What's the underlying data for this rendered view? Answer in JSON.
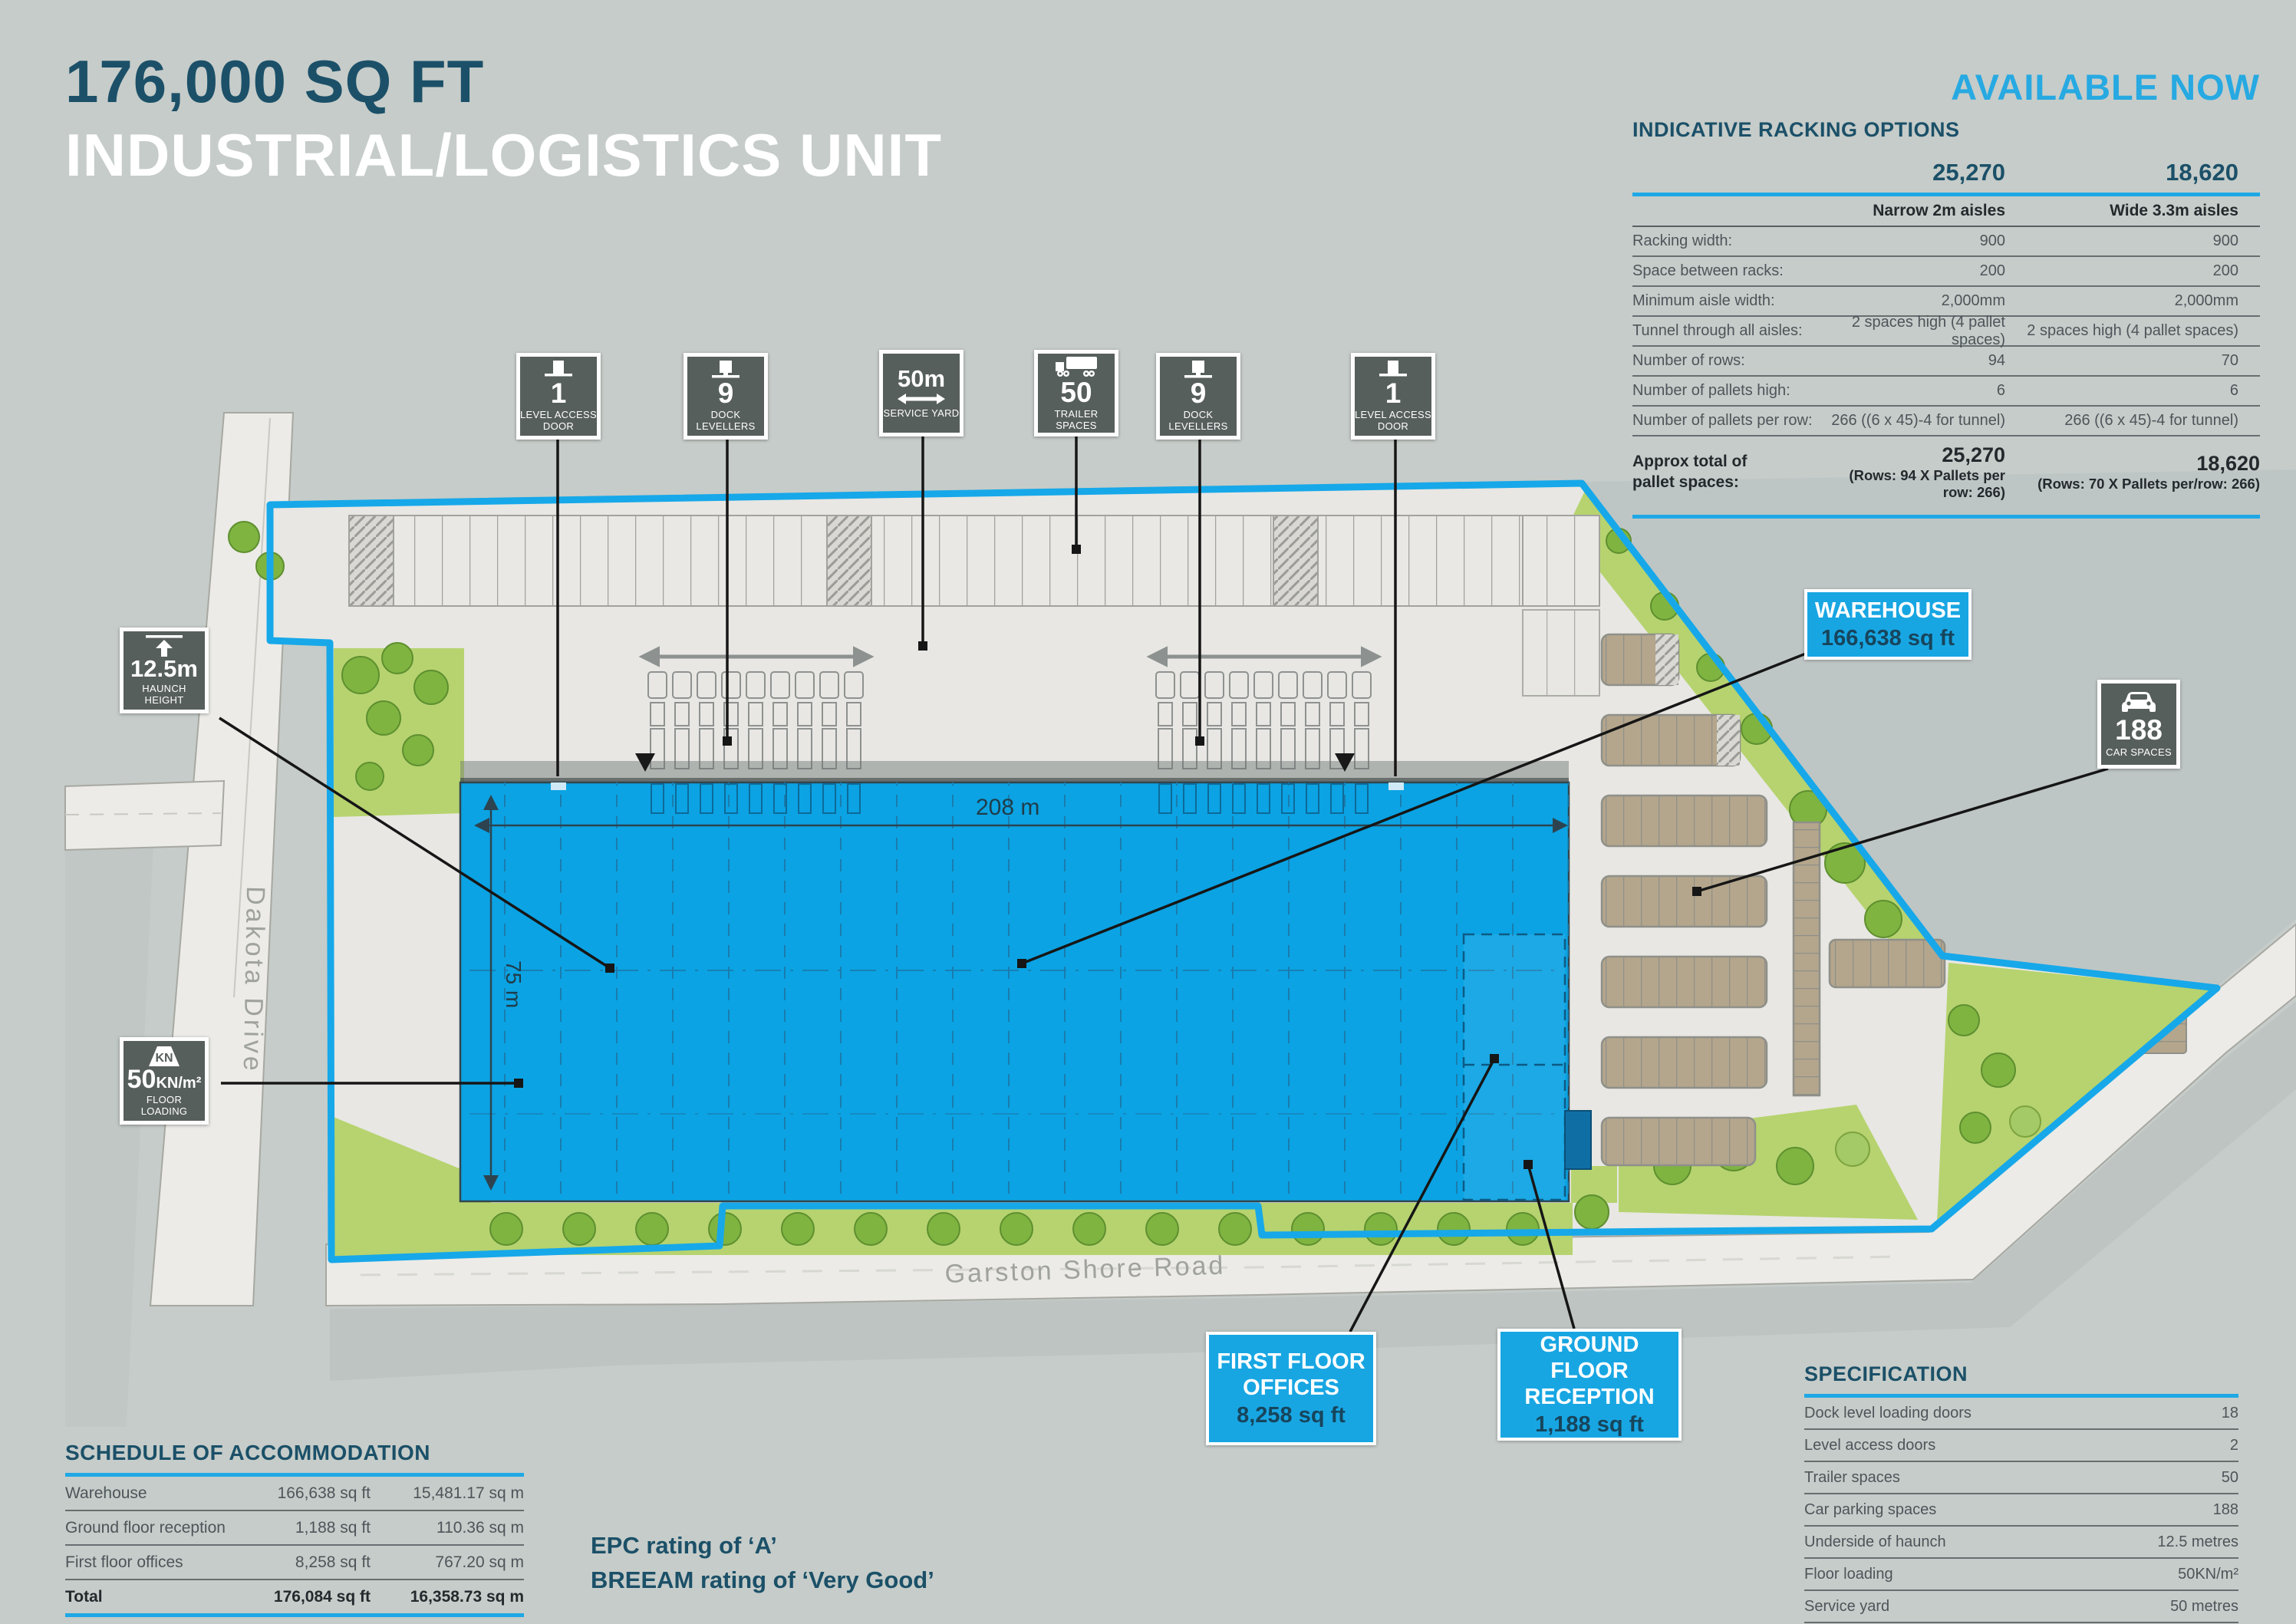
{
  "header": {
    "title_line1": "176,000 SQ FT",
    "title_line2": "INDUSTRIAL/LOGISTICS UNIT",
    "availability": "AVAILABLE NOW"
  },
  "racking": {
    "title": "INDICATIVE RACKING OPTIONS",
    "narrow_total_header": "25,270",
    "wide_total_header": "18,620",
    "narrow_header": "Narrow 2m aisles",
    "wide_header": "Wide 3.3m aisles",
    "rows": [
      {
        "label": "Racking width:",
        "narrow": "900",
        "wide": "900"
      },
      {
        "label": "Space between racks:",
        "narrow": "200",
        "wide": "200"
      },
      {
        "label": "Minimum aisle width:",
        "narrow": "2,000mm",
        "wide": "2,000mm"
      },
      {
        "label": "Tunnel through all aisles:",
        "narrow": "2 spaces high (4 pallet spaces)",
        "wide": "2 spaces high (4 pallet spaces)"
      },
      {
        "label": "Number of rows:",
        "narrow": "94",
        "wide": "70"
      },
      {
        "label": "Number of pallets high:",
        "narrow": "6",
        "wide": "6"
      },
      {
        "label": "Number of pallets per row:",
        "narrow": "266 ((6 x 45)-4 for tunnel)",
        "wide": "266 ((6 x 45)-4 for tunnel)"
      }
    ],
    "total": {
      "label_line1": "Approx total of",
      "label_line2": "pallet spaces:",
      "narrow_value": "25,270",
      "narrow_note": "(Rows: 94 X Pallets per row: 266)",
      "wide_value": "18,620",
      "wide_note": "(Rows: 70 X Pallets per/row: 266)"
    }
  },
  "badges": {
    "level_access": {
      "value": "1",
      "label": "LEVEL ACCESS DOOR"
    },
    "dock_levellers": {
      "value": "9",
      "label": "DOCK LEVELLERS"
    },
    "service_yard": {
      "value": "50m",
      "label": "SERVICE YARD"
    },
    "trailer_spaces": {
      "value": "50",
      "label": "TRAILER SPACES"
    },
    "haunch": {
      "value": "12.5m",
      "label": "HAUNCH HEIGHT"
    },
    "floor_loading": {
      "value_big": "50",
      "value_unit": "KN/m²",
      "label": "FLOOR LOADING",
      "icon_text": "KN"
    },
    "car_spaces": {
      "value": "188",
      "label": "CAR SPACES"
    }
  },
  "plan": {
    "warehouse_title": "WAREHOUSE",
    "warehouse_area": "166,638 sq ft",
    "first_floor_line1": "FIRST FLOOR",
    "first_floor_line2": "OFFICES",
    "first_floor_area": "8,258 sq ft",
    "ground_floor_line1": "GROUND FLOOR",
    "ground_floor_line2": "RECEPTION",
    "ground_floor_area": "1,188 sq ft",
    "dim_length": "208 m",
    "dim_width": "75 m",
    "road_left": "Dakota Drive",
    "road_bottom": "Garston Shore Road"
  },
  "schedule": {
    "title": "SCHEDULE OF ACCOMMODATION",
    "rows": [
      {
        "label": "Warehouse",
        "sqft": "166,638 sq ft",
        "sqm": "15,481.17 sq m"
      },
      {
        "label": "Ground floor reception",
        "sqft": "1,188 sq ft",
        "sqm": "110.36 sq m"
      },
      {
        "label": "First floor offices",
        "sqft": "8,258 sq ft",
        "sqm": "767.20 sq m"
      }
    ],
    "total": {
      "label": "Total",
      "sqft": "176,084 sq ft",
      "sqm": "16,358.73 sq m"
    }
  },
  "ratings": {
    "epc": "EPC rating of ‘A’",
    "breeam": "BREEAM rating of ‘Very Good’"
  },
  "specification": {
    "title": "SPECIFICATION",
    "rows": [
      {
        "label": "Dock level loading doors",
        "value": "18"
      },
      {
        "label": "Level access doors",
        "value": "2"
      },
      {
        "label": "Trailer spaces",
        "value": "50"
      },
      {
        "label": "Car parking spaces",
        "value": "188"
      },
      {
        "label": "Underside of haunch",
        "value": "12.5 metres"
      },
      {
        "label": "Floor loading",
        "value": "50KN/m²"
      },
      {
        "label": "Service yard",
        "value": "50 metres"
      }
    ]
  }
}
